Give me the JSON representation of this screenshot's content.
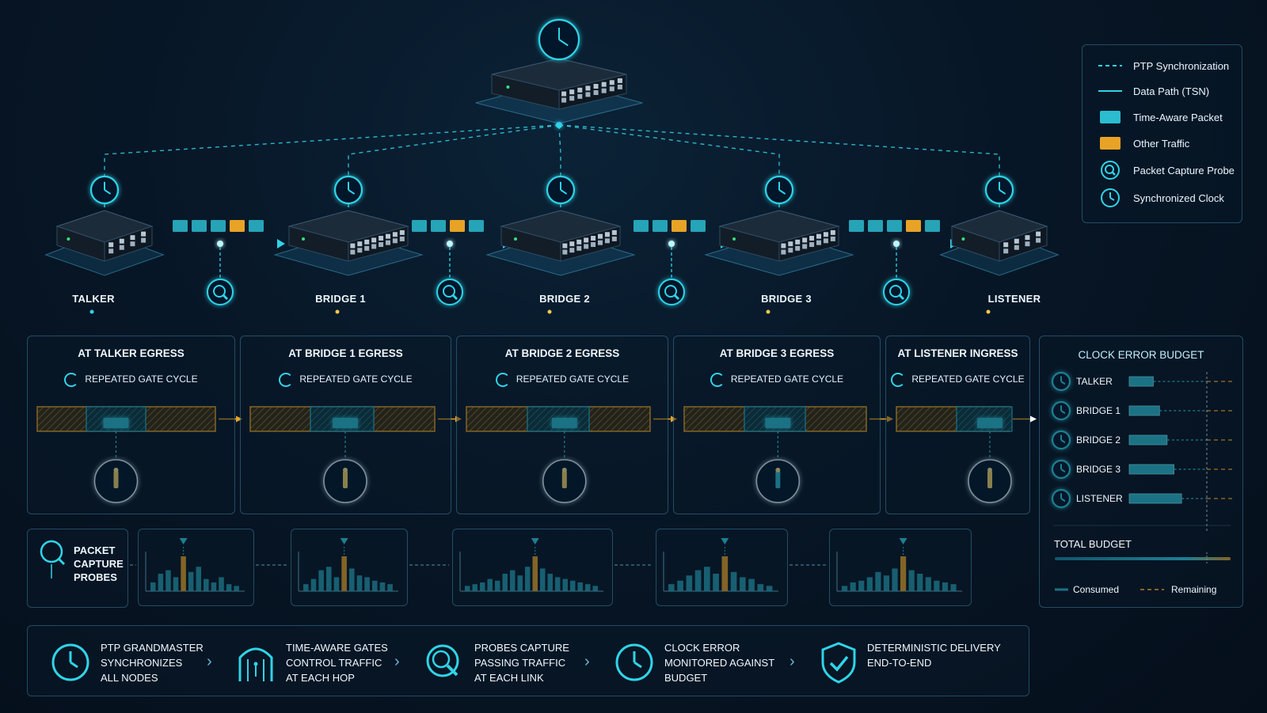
{
  "nodes": [
    {
      "label": "TALKER"
    },
    {
      "label": "BRIDGE 1"
    },
    {
      "label": "BRIDGE 2"
    },
    {
      "label": "BRIDGE 3"
    },
    {
      "label": "LISTENER"
    }
  ],
  "legend": [
    {
      "label": "PTP Synchronization",
      "icon": "dashed-line"
    },
    {
      "label": "Data Path (TSN)",
      "icon": "solid-line"
    },
    {
      "label": "Time-Aware Packet",
      "icon": "teal-block",
      "color": "#2bbcd0"
    },
    {
      "label": "Other Traffic",
      "icon": "orange-block",
      "color": "#e8a326"
    },
    {
      "label": "Packet Capture Probe",
      "icon": "magnifier-icon"
    },
    {
      "label": "Synchronized Clock",
      "icon": "clock-icon"
    }
  ],
  "link_packets": [
    [
      "teal",
      "teal",
      "teal",
      "orange",
      "teal"
    ],
    [
      "teal",
      "teal",
      "orange",
      "teal"
    ],
    [
      "teal",
      "teal",
      "orange",
      "teal"
    ],
    [
      "teal",
      "teal",
      "teal",
      "orange",
      "teal"
    ]
  ],
  "panels": [
    {
      "title": "AT TALKER EGRESS",
      "gate": "REPEATED GATE CYCLE"
    },
    {
      "title": "AT BRIDGE 1 EGRESS",
      "gate": "REPEATED GATE CYCLE"
    },
    {
      "title": "AT BRIDGE 2 EGRESS",
      "gate": "REPEATED GATE CYCLE"
    },
    {
      "title": "AT BRIDGE 3 EGRESS",
      "gate": "REPEATED GATE CYCLE"
    },
    {
      "title": "AT LISTENER INGRESS",
      "gate": "REPEATED GATE CYCLE"
    }
  ],
  "budget": {
    "title": "CLOCK ERROR BUDGET",
    "rows": [
      {
        "label": "TALKER",
        "consumed": 0.35
      },
      {
        "label": "BRIDGE 1",
        "consumed": 0.44
      },
      {
        "label": "BRIDGE 2",
        "consumed": 0.55
      },
      {
        "label": "BRIDGE 3",
        "consumed": 0.65
      },
      {
        "label": "LISTENER",
        "consumed": 0.76
      }
    ],
    "total_label": "TOTAL BUDGET",
    "consumed_label": "Consumed",
    "remaining_label": "Remaining"
  },
  "probes": {
    "label_lines": [
      "PACKET",
      "CAPTURE",
      "PROBES"
    ],
    "histograms": [
      [
        0.25,
        0.5,
        0.6,
        0.4,
        1.0,
        0.55,
        0.7,
        0.35,
        0.25,
        0.4,
        0.2,
        0.15
      ],
      [
        0.2,
        0.35,
        0.6,
        0.7,
        0.4,
        1.0,
        0.65,
        0.45,
        0.4,
        0.3,
        0.25,
        0.2
      ],
      [
        0.15,
        0.2,
        0.25,
        0.35,
        0.3,
        0.5,
        0.6,
        0.45,
        0.7,
        1.0,
        0.65,
        0.5,
        0.4,
        0.35,
        0.3,
        0.25,
        0.2,
        0.15
      ],
      [
        0.2,
        0.3,
        0.45,
        0.6,
        0.7,
        0.5,
        1.0,
        0.55,
        0.4,
        0.35,
        0.2,
        0.15
      ],
      [
        0.15,
        0.25,
        0.3,
        0.4,
        0.55,
        0.45,
        0.65,
        1.0,
        0.6,
        0.5,
        0.4,
        0.3,
        0.25,
        0.2
      ]
    ]
  },
  "steps": [
    {
      "lines": [
        "PTP GRANDMASTER",
        "SYNCHRONIZES",
        "ALL NODES"
      ],
      "icon": "clock-icon"
    },
    {
      "lines": [
        "TIME-AWARE GATES",
        "CONTROL TRAFFIC",
        "AT EACH HOP"
      ],
      "icon": "gate-icon"
    },
    {
      "lines": [
        "PROBES CAPTURE",
        "PASSING TRAFFIC",
        "AT EACH LINK"
      ],
      "icon": "magnifier-icon"
    },
    {
      "lines": [
        "CLOCK ERROR",
        "MONITORED AGAINST",
        "BUDGET"
      ],
      "icon": "clock-icon"
    },
    {
      "lines": [
        "DETERMINISTIC DELIVERY",
        "END-TO-END"
      ],
      "icon": "shield-check-icon"
    }
  ],
  "colors": {
    "accent": "#2fd4e8",
    "packet_teal": "#2bbcd0",
    "traffic_orange": "#e8a326",
    "panel_border": "#2a5f7a"
  }
}
